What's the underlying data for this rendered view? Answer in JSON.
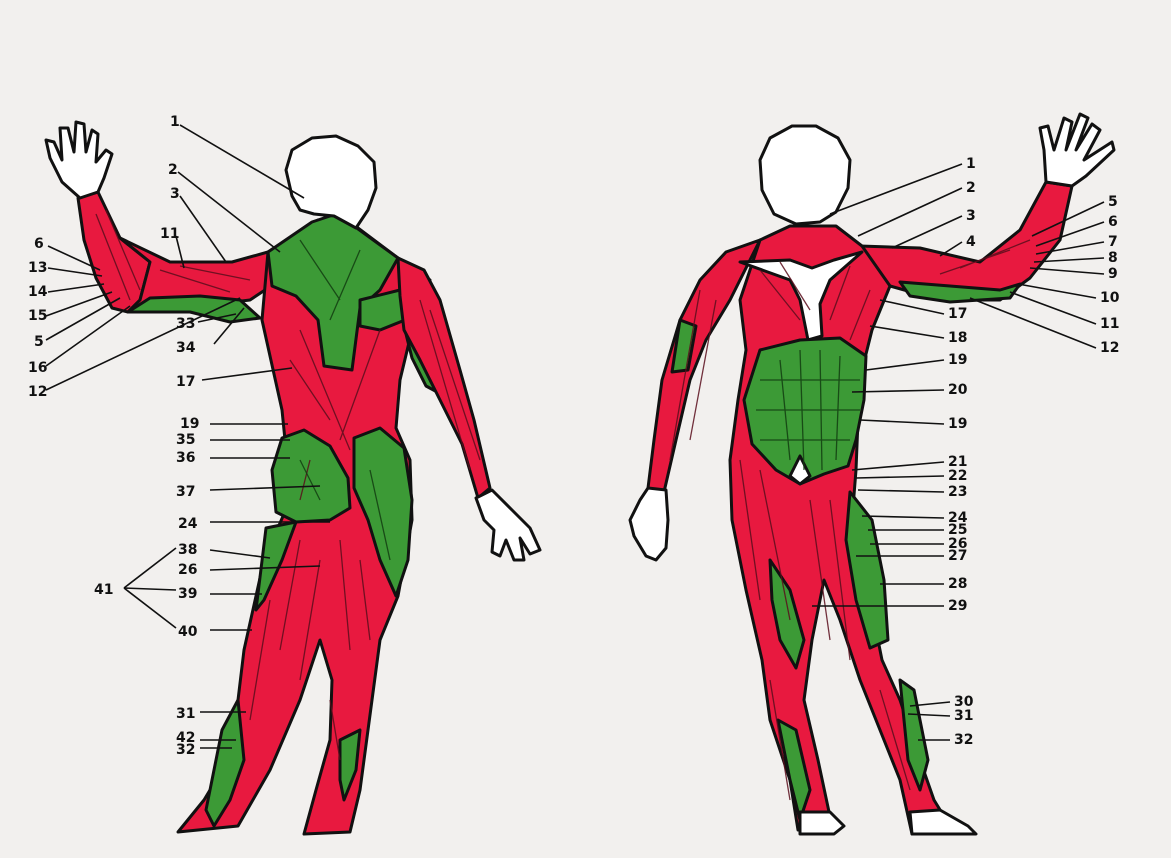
{
  "colors": {
    "background": "#f2f0ee",
    "muscle_red": "#e8193f",
    "muscle_green": "#3c9a36",
    "skin_white": "#ffffff",
    "outline": "#111111"
  },
  "figures": [
    {
      "name": "posterior-figure",
      "view": "back"
    },
    {
      "name": "anterior-figure",
      "view": "front"
    }
  ],
  "labels": {
    "back": {
      "l1": "1",
      "l2": "2",
      "l3": "3",
      "l11": "11",
      "l6": "6",
      "l13": "13",
      "l14": "14",
      "l15": "15",
      "l5": "5",
      "l16": "16",
      "l12": "12",
      "l33": "33",
      "l34": "34",
      "l17": "17",
      "l19": "19",
      "l35": "35",
      "l36": "36",
      "l37": "37",
      "l24": "24",
      "l38": "38",
      "l26": "26",
      "l41": "41",
      "l39": "39",
      "l40": "40",
      "l31": "31",
      "l42": "42",
      "l32": "32"
    },
    "front": {
      "r1": "1",
      "r2": "2",
      "r3": "3",
      "r4": "4",
      "r5": "5",
      "r6": "6",
      "r7": "7",
      "r8": "8",
      "r9": "9",
      "r10": "10",
      "r11": "11",
      "r12": "12",
      "r17": "17",
      "r18": "18",
      "r19a": "19",
      "r20": "20",
      "r19b": "19",
      "r21": "21",
      "r22": "22",
      "r23": "23",
      "r24": "24",
      "r25": "25",
      "r26": "26",
      "r27": "27",
      "r28": "28",
      "r29": "29",
      "r30": "30",
      "r31": "31",
      "r32": "32"
    }
  }
}
